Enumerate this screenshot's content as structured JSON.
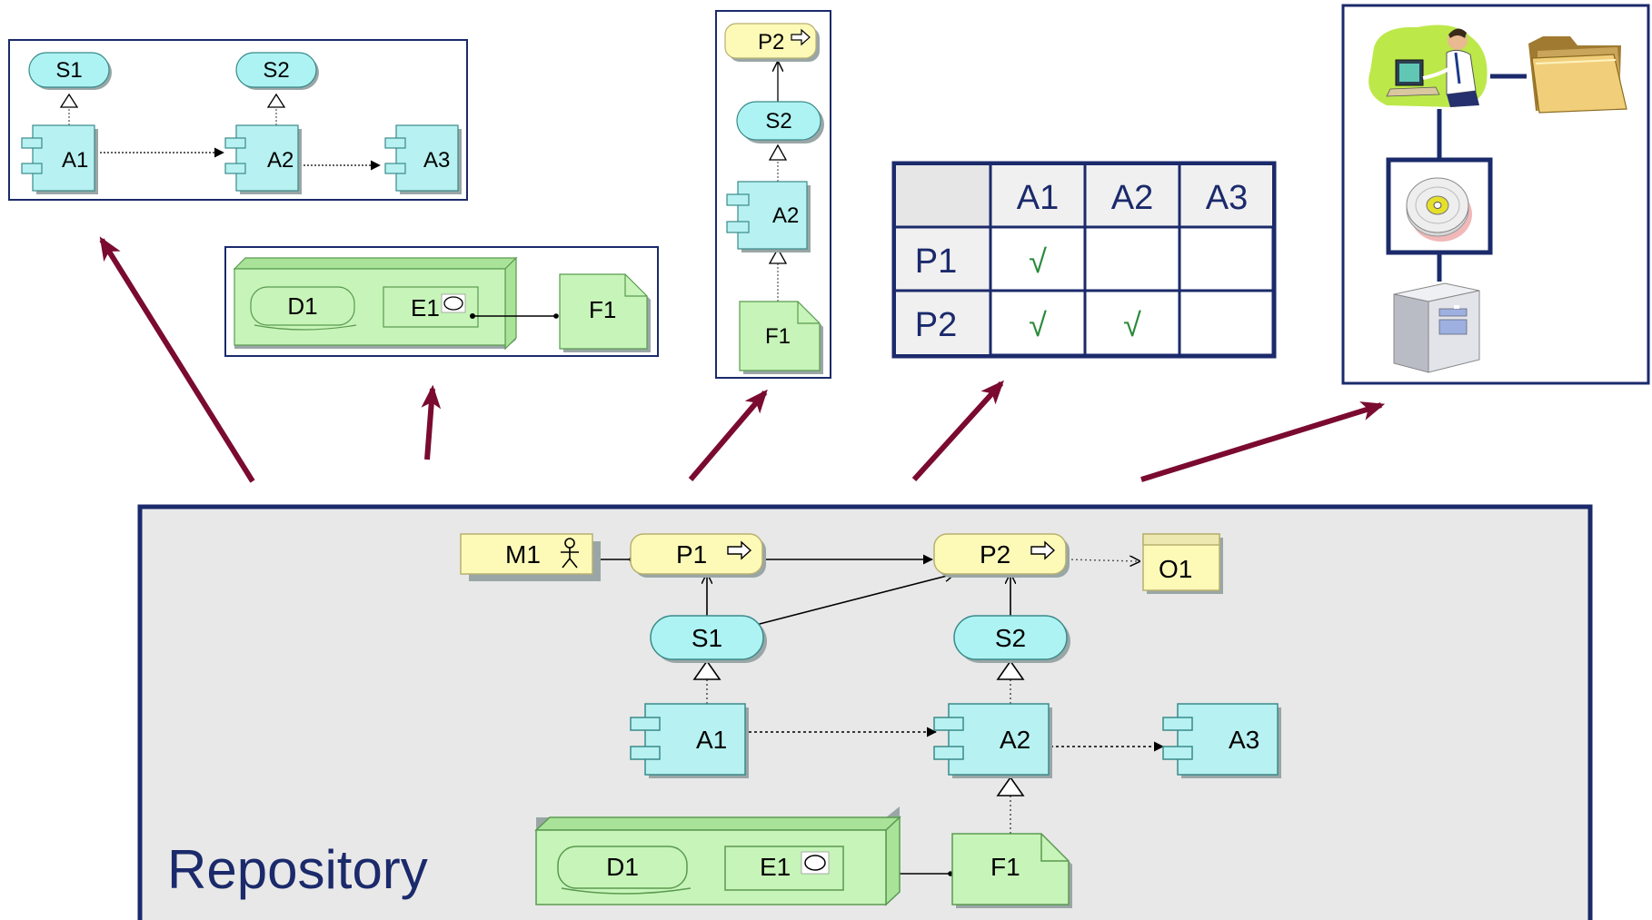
{
  "colors": {
    "frame": "#1b2a6b",
    "repo_bg": "#e8e8e8",
    "arrow": "#7a0a30",
    "app_fill": "#b7f1f1",
    "app_stroke": "#3a8a8a",
    "service_fill": "#aef3f3",
    "process_fill": "#fdfab8",
    "process_stroke": "#b8b070",
    "data_fill": "#c7f4b8",
    "data_stroke": "#5a9a50",
    "check": "#2a8a3a",
    "shadow": "#9aa6a6"
  },
  "repository": {
    "label": "Repository",
    "actor": {
      "label": "M1",
      "icon": "actor-icon"
    },
    "processes": {
      "p1": "P1",
      "p2": "P2",
      "icon": "arrow-icon"
    },
    "object": "O1",
    "services": {
      "s1": "S1",
      "s2": "S2"
    },
    "apps": {
      "a1": "A1",
      "a2": "A2",
      "a3": "A3"
    },
    "data": {
      "d1": "D1",
      "e1": "E1",
      "f1": "F1",
      "icon": "cycle-icon"
    }
  },
  "view_services": {
    "s1": "S1",
    "s2": "S2",
    "a1": "A1",
    "a2": "A2",
    "a3": "A3"
  },
  "view_data": {
    "d1": "D1",
    "e1": "E1",
    "f1": "F1"
  },
  "view_layers": {
    "p2": "P2",
    "s2": "S2",
    "a2": "A2",
    "f1": "F1"
  },
  "view_matrix": {
    "columns": [
      "A1",
      "A2",
      "A3"
    ],
    "rows": [
      {
        "label": "P1",
        "cells": [
          "√",
          "",
          ""
        ]
      },
      {
        "label": "P2",
        "cells": [
          "√",
          "√",
          ""
        ]
      }
    ]
  },
  "view_infrastructure": {
    "icons": [
      "user-at-computer-icon",
      "folder-icon",
      "disc-storage-icon",
      "server-icon"
    ]
  }
}
